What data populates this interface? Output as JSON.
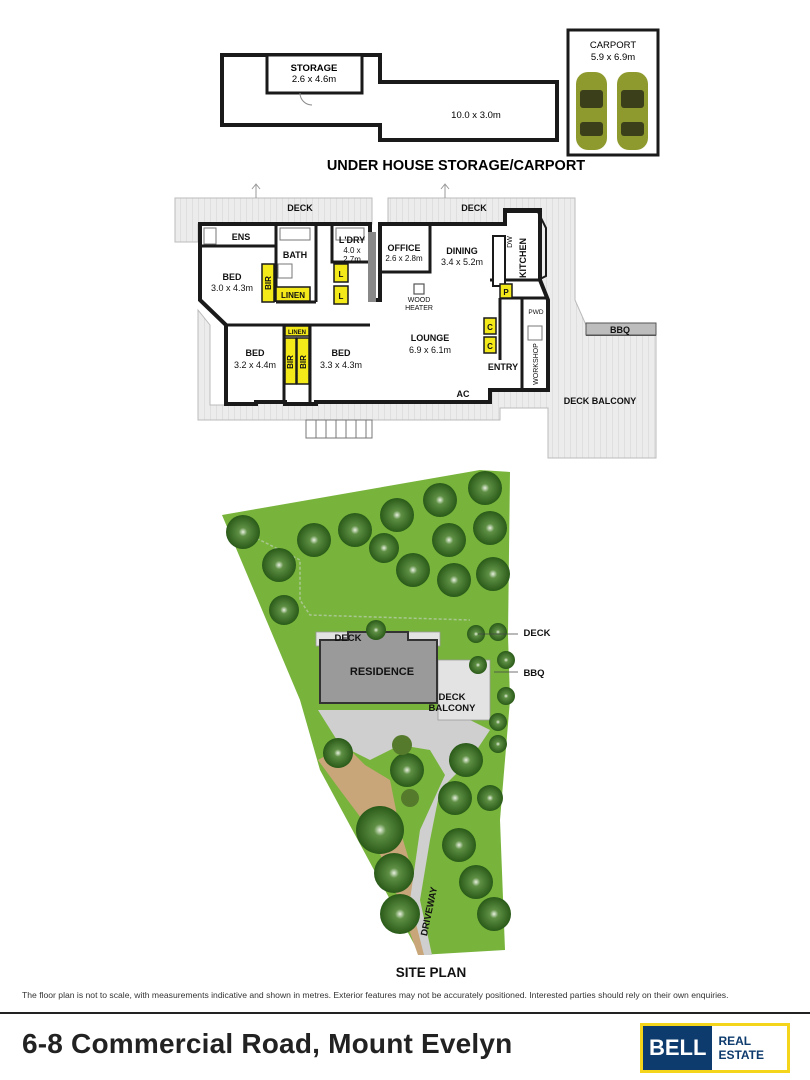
{
  "under_house": {
    "title": "UNDER HOUSE STORAGE/CARPORT",
    "storage": {
      "name": "STORAGE",
      "size": "2.6 x 4.6m"
    },
    "area": {
      "size": "10.0 x 3.0m"
    },
    "carport": {
      "name": "CARPORT",
      "size": "5.9 x 6.9m"
    }
  },
  "floor_plan": {
    "deck_left": "DECK",
    "deck_right": "DECK",
    "rooms": {
      "ens": "ENS",
      "bath": "BATH",
      "laundry": "L'DRY",
      "laundry_size_1": "4.0 x",
      "laundry_size_2": "2.7m",
      "office": "OFFICE",
      "office_size": "2.6 x 2.8m",
      "dining": "DINING",
      "dining_size": "3.4 x 5.2m",
      "kitchen": "KITCHEN",
      "dw": "DW",
      "bed1": "BED",
      "bed1_size": "3.0 x 4.3m",
      "bed2": "BED",
      "bed2_size": "3.2 x 4.4m",
      "bed3": "BED",
      "bed3_size": "3.3 x 4.3m",
      "lounge": "LOUNGE",
      "lounge_size": "6.9 x 6.1m",
      "wood_heater_1": "WOOD",
      "wood_heater_2": "HEATER",
      "entry": "ENTRY",
      "workshop": "WORKSHOP",
      "pwd": "PWD",
      "ac": "AC",
      "bbq": "BBQ",
      "deck_balcony": "DECK BALCONY"
    },
    "storage_labels": {
      "bir": "BIR",
      "linen": "LINEN",
      "l": "L",
      "c": "C",
      "p": "P"
    }
  },
  "site_plan": {
    "title": "SITE PLAN",
    "deck": "DECK",
    "residence": "RESIDENCE",
    "deck_balcony_1": "DECK",
    "deck_balcony_2": "BALCONY",
    "deck_right": "DECK",
    "bbq": "BBQ",
    "driveway": "DRIVEWAY"
  },
  "disclaimer": "The floor plan is not to scale, with measurements indicative and shown in metres. Exterior features may not be accurately positioned. Interested parties should rely on their own enquiries.",
  "address": "6-8 Commercial Road, Mount Evelyn",
  "logo": {
    "brand": "BELL",
    "tagline": "REAL ESTATE"
  },
  "colors": {
    "wall": "#1a1a1a",
    "deck": "#e6e6e6",
    "cupboard": "#f4ea1a",
    "lawn": "#78b43c",
    "path": "#cfcfcf",
    "driveway": "#c8a679",
    "tree": "#2f6a1d",
    "residence": "#9a9a9a",
    "brand_navy": "#0e3b6e",
    "brand_yellow": "#f5d51c"
  }
}
